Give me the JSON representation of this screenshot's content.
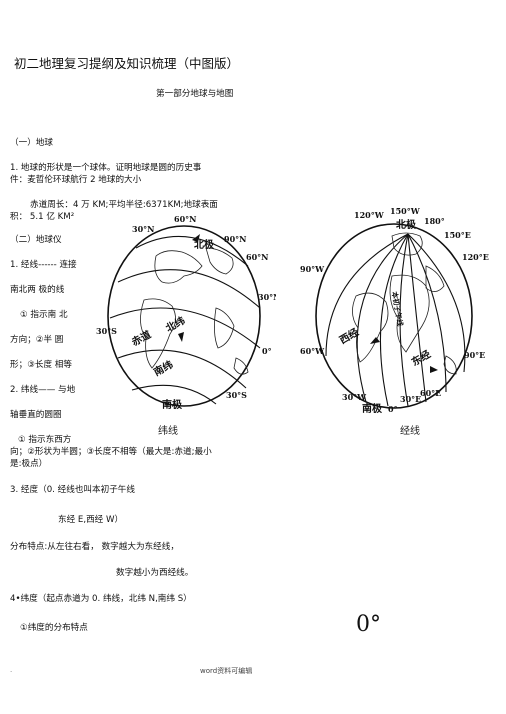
{
  "doc": {
    "title": "初二地理复习提纲及知识梳理（中图版）",
    "part_heading": "第一部分地球与地图",
    "sec1": "（一）地球",
    "p1_line1": "1. 地球的形状是一个球体。证明地球是圆的历史事",
    "p1_line2": "件：麦哲伦环球航行  2 地球的大小",
    "p2_line1": "赤道周长：4 万 KM;平均半径:6371KM;地球表面",
    "p2_line2": "积：  5.1 亿 KM²",
    "sec2": "（二）地球仪",
    "p3": "1. 经线------ 连接",
    "p4": "南北两  极的线",
    "p5": "① 指示南  北",
    "p6": "方向；②半  圆",
    "p7": "形；③长度  相等",
    "p8": "2. 纬线——  与地",
    "p9": "轴垂直的圆圈",
    "p10": "①   指示东西方",
    "p11_line1": "向；②形状为半圆；③长度不相等（最大是:赤道;最小",
    "p11_line2": "是:极点）",
    "p12": "3. 经度（0. 经线也叫本初子午线",
    "p13": "东经 E,西经 W）",
    "p14": "分布特点:从左往右看，  数字越大为东经线，",
    "p15": "数字越小为西经线。",
    "p16": "4•纬度（起点赤道为 0. 纬线，北纬 N,南纬 S）",
    "p17": "①纬度的分布特点",
    "zero_mark": "0°",
    "footer": "word资料可编辑",
    "footer_dot": "."
  },
  "figure": {
    "left_caption": "纬线",
    "right_caption": "经线",
    "left_labels": {
      "n30": "30°N",
      "n60": "60°N",
      "n90": "90°N",
      "n60r": "60°N",
      "n30r": "30°N",
      "s30": "30°S",
      "zero": "0°",
      "s30b": "30°S",
      "beiji": "北极",
      "chidao": "赤道",
      "beiwei": "北纬",
      "nanwei": "南纬",
      "nanji": "南极"
    },
    "right_labels": {
      "w120": "120°W",
      "w150": "150°W",
      "e180": "180°",
      "e150": "150°E",
      "w90": "90°W",
      "e120": "120°E",
      "w60": "60°W",
      "e90": "90°E",
      "w30": "30°W",
      "e30": "30°E",
      "e60": "60°E",
      "zero": "0°",
      "xijing": "西经",
      "dongjing": "东经",
      "benchu": "本初子午线",
      "beiji": "北极",
      "nanji": "南极"
    }
  }
}
